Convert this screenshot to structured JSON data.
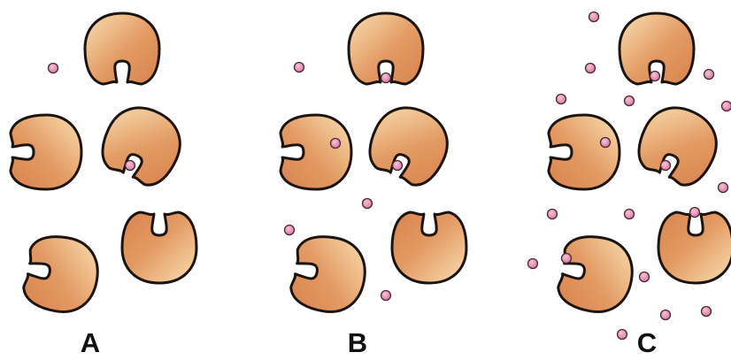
{
  "panels": [
    {
      "label": "A"
    },
    {
      "label": "B"
    },
    {
      "label": "C"
    }
  ],
  "colors": {
    "enzyme_outline": "#1c1410",
    "enzyme_fill_light": "#f9dfb2",
    "enzyme_fill_dark": "#d9834f",
    "substrate_fill": "#e58db3",
    "substrate_outline": "#4a2a33",
    "background": "#ffffff"
  },
  "legend_note": ""
}
